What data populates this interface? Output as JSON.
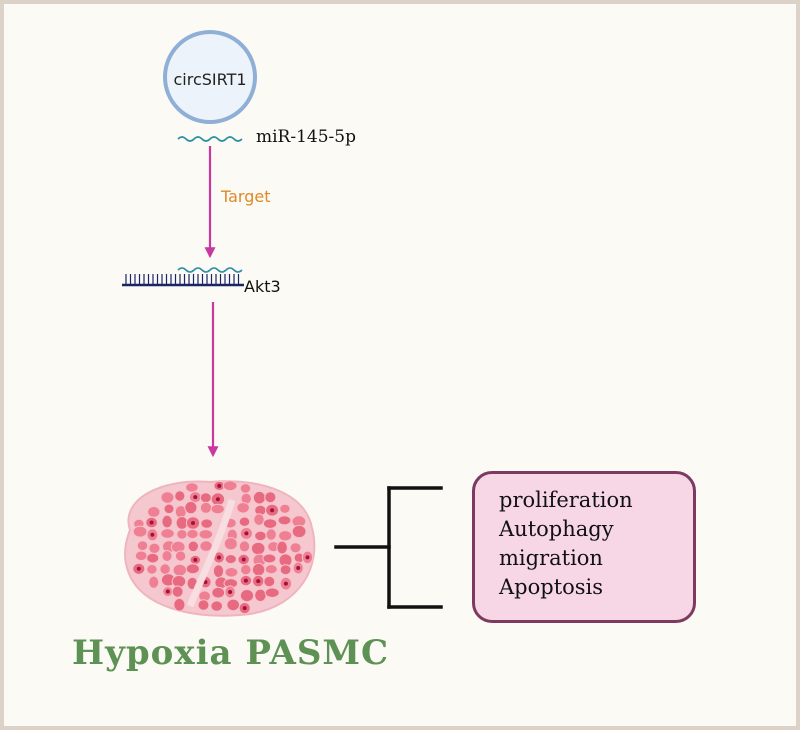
{
  "nodes": {
    "circ": "circSIRT1",
    "mir": "miR-145-5p",
    "edge_label": "Target",
    "gene": "Akt3",
    "cell": "Hypoxia PASMC"
  },
  "outcomes": [
    "proliferation",
    "Autophagy",
    "migration",
    "Apoptosis"
  ],
  "colors": {
    "arrow": "#c8389e",
    "label_accent": "#e0892a",
    "title": "#5e9254",
    "box_border": "#7d3a60",
    "box_fill": "#f7d7e6",
    "circle_stroke": "#8fafd6",
    "circle_fill": "#edf3fb",
    "mrna": "#1b2466",
    "mirna": "#2a8fa5"
  }
}
